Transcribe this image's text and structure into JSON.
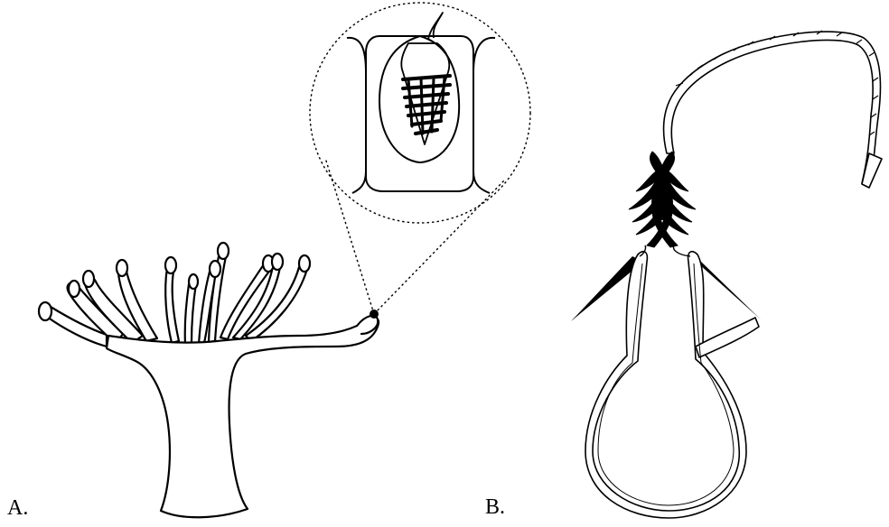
{
  "figure": {
    "panels": [
      {
        "id": "A",
        "label": "A.",
        "subject": "hydra-polyp-with-magnified-cnidocyte"
      },
      {
        "id": "B",
        "label": "B.",
        "subject": "discharged-nematocyst-capsule-with-barbed-thread"
      }
    ],
    "colors": {
      "ink": "#000000",
      "fill": "#ffffff"
    }
  }
}
